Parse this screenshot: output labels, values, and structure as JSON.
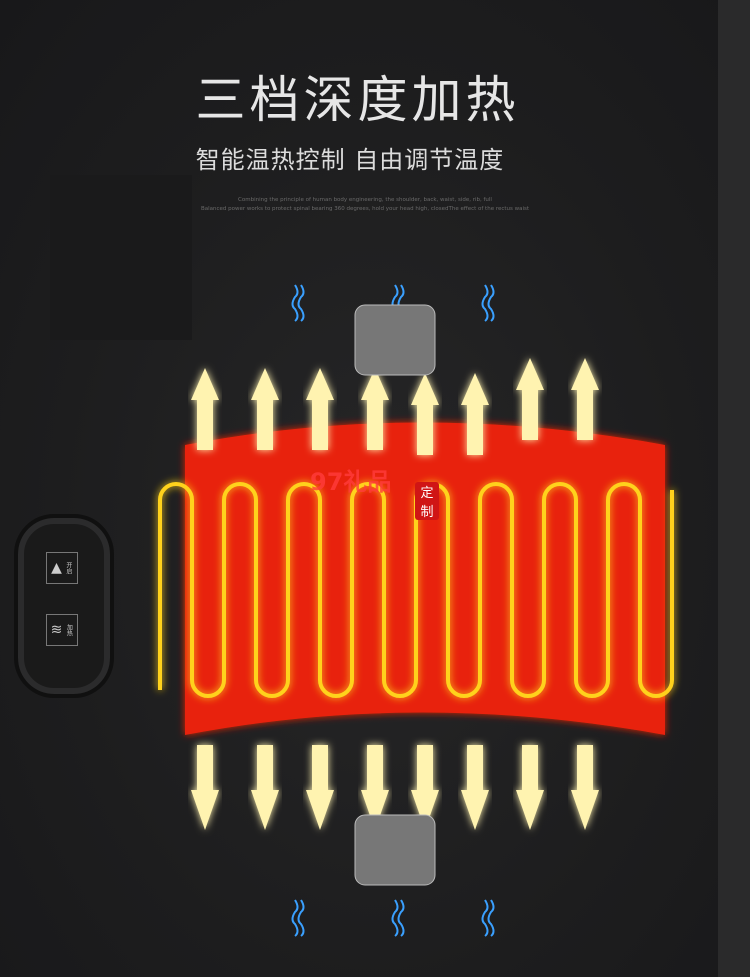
{
  "header": {
    "title": "三档深度加热",
    "subtitle": "智能温热控制 自由调节温度",
    "english": [
      "Combining the principle of human body engineering, the shoulder, back, waist, side, rib, full",
      "Balanced power works to protect spinal bearing 360 degrees, hold your head high, closedThe effect of the rectus waist"
    ]
  },
  "controller": {
    "buttons": [
      {
        "icon": "power-heat-icon",
        "label": "开启"
      },
      {
        "icon": "heat-wave-icon",
        "label": "加热"
      }
    ]
  },
  "watermark": {
    "text": "97礼品",
    "badge": "定制"
  },
  "colors": {
    "pad": "#e8240f",
    "coil": "#ffd21a",
    "arrow": "#fff3b0",
    "wave": "#3aa0ff"
  }
}
